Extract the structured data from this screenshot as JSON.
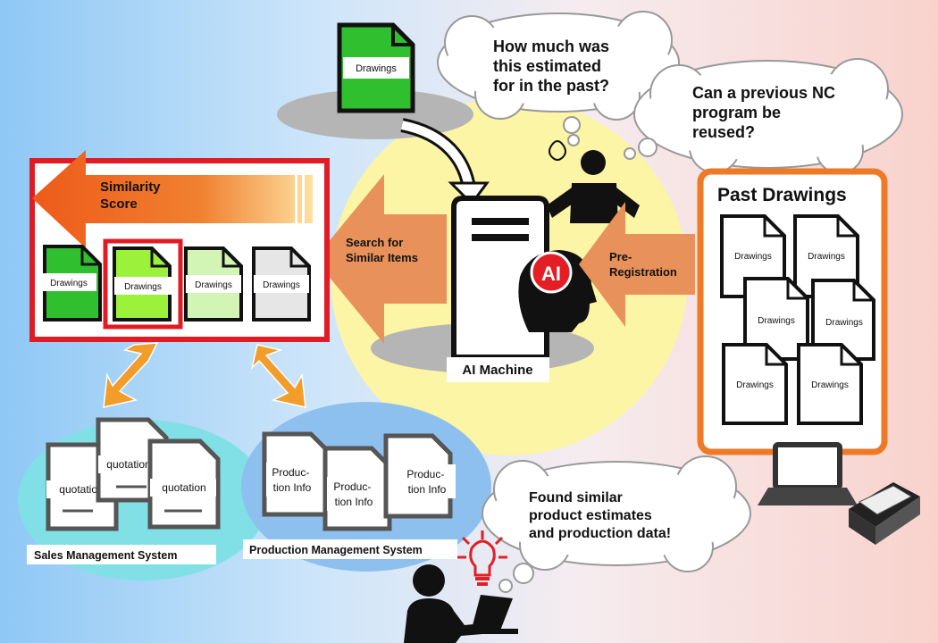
{
  "labels": {
    "top_drawing": "Drawings",
    "thought1": "How much was this estimated for in the past?",
    "thought1_lines": [
      "How much was",
      "this estimated",
      "for in the past?"
    ],
    "thought2": "Can a previous NC program be reused?",
    "thought2_lines": [
      "Can a previous NC",
      "program be",
      "reused?"
    ],
    "similarity_score": "Similarity Score",
    "similarity_lines": [
      "Similarity",
      "Score"
    ],
    "result_drawings": [
      "Drawings",
      "Drawings",
      "Drawings",
      "Drawings"
    ],
    "search_arrow": "Search for Similar Items",
    "search_lines": [
      "Search for",
      "Similar Items"
    ],
    "pre_registration": "Pre-Registration",
    "pre_lines": [
      "Pre-",
      "Registration"
    ],
    "ai_badge": "AI",
    "ai_machine": "AI Machine",
    "past_drawings": "Past Drawings",
    "past_drawing_items": [
      "Drawings",
      "Drawings",
      "Drawings",
      "Drawings",
      "Drawings",
      "Drawings"
    ],
    "quotations": [
      "quotation",
      "quotation",
      "quotation"
    ],
    "production_info": "Production Info",
    "production_info_lines": [
      "Produc-",
      "tion Info"
    ],
    "sales_system": "Sales Management System",
    "production_system": "Production Management System",
    "found": "Found similar product estimates and production data!",
    "found_lines": [
      "Found similar",
      "product estimates",
      "and production data!"
    ]
  },
  "colors": {
    "dark_green": "#2fbf2f",
    "light_green": "#9cf23a",
    "pale_green": "#d2f5b5",
    "gray_doc": "#e6e6e6",
    "arrow_orange": "#e8915a",
    "swap_arrow": "#f29c2a",
    "frame_red": "#e01b24",
    "frame_orange": "#ee7a25",
    "ai_red": "#e31e24",
    "yellow_circle": "#fbf5a5",
    "sales_circle": "#80e0e6",
    "production_circle": "#8ec0ef"
  }
}
